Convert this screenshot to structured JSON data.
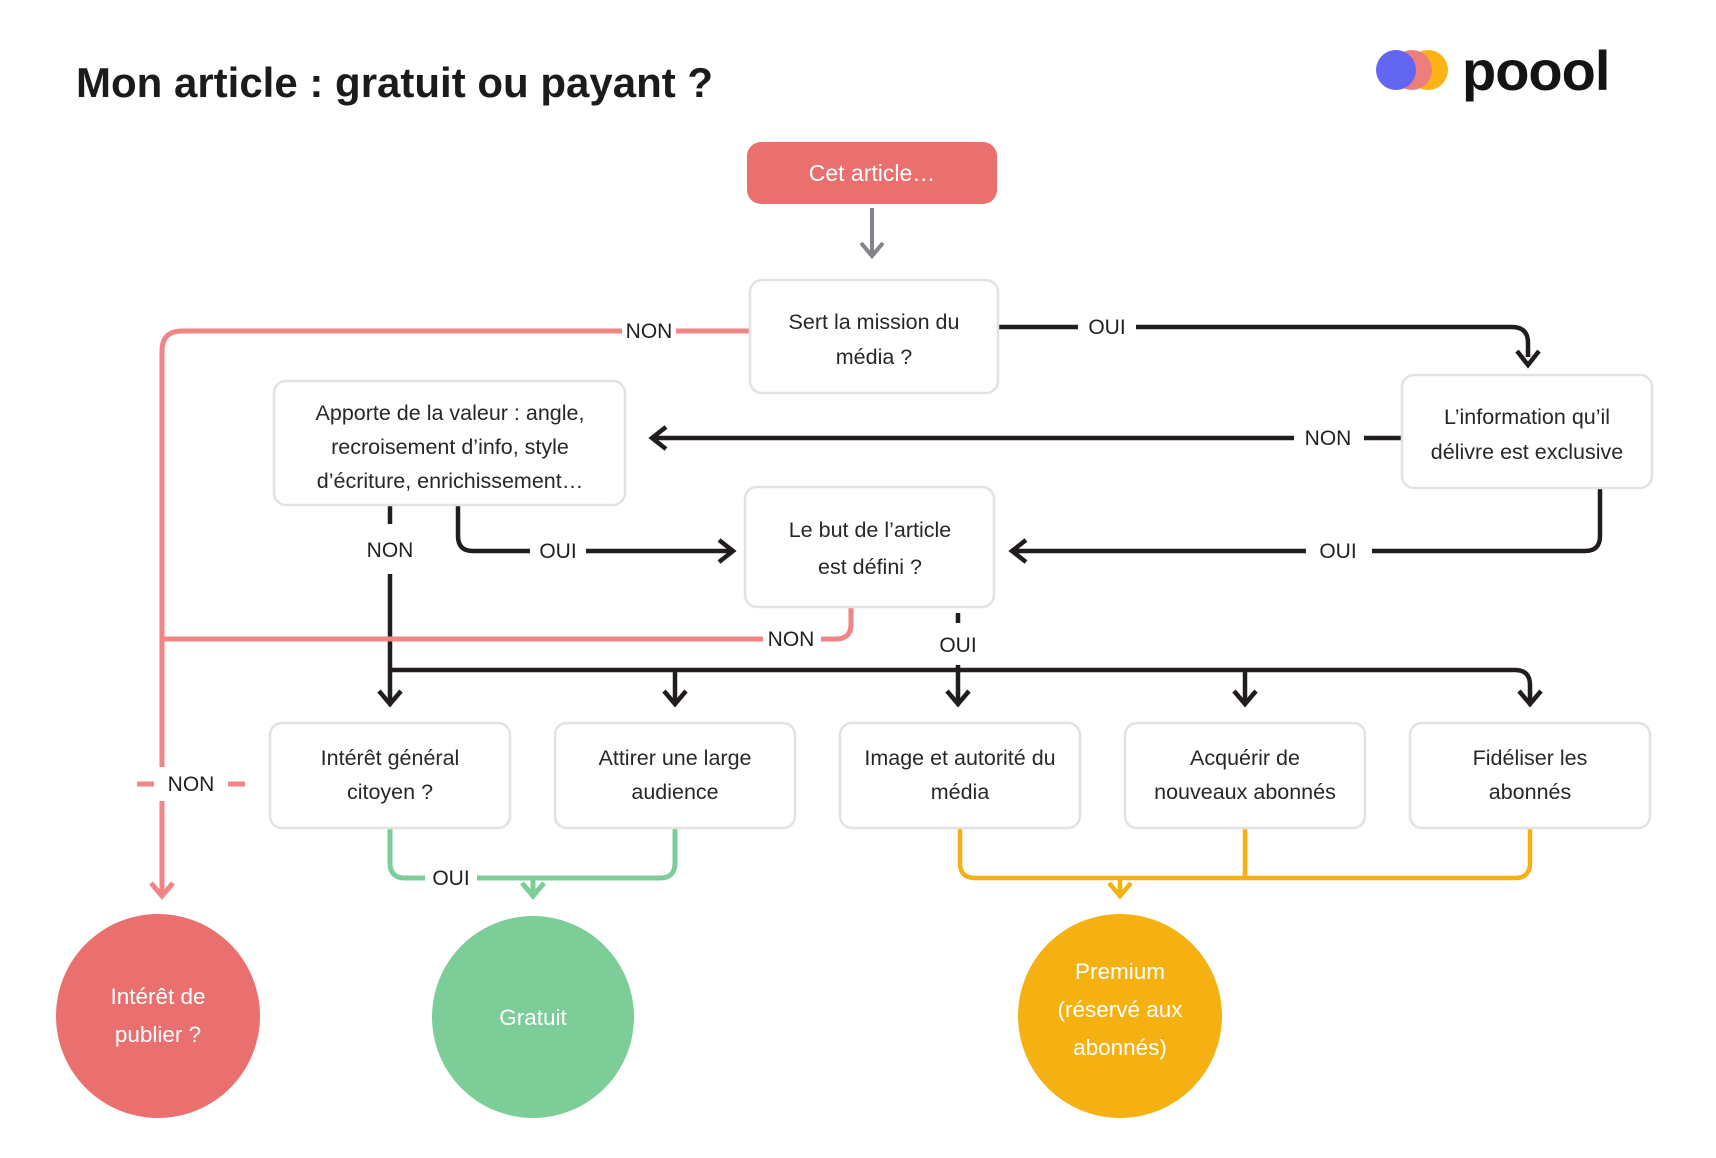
{
  "title": "Mon article : gratuit ou payant ?",
  "logo": {
    "text": "poool"
  },
  "colors": {
    "coral_fill": "#ea7070",
    "coral_line": "#f18585",
    "green_fill": "#7ccd97",
    "yellow_fill": "#f5b112",
    "ink": "#211d1d",
    "gray_arrow": "#82828a",
    "box_border": "#e3e1e1",
    "logo_blue": "#6266f0",
    "logo_coral": "#ee7d7d",
    "logo_yellow": "#fcb316"
  },
  "nodes": {
    "cet_article": {
      "label": "Cet article…"
    },
    "sert_mission": {
      "line1": "Sert la mission du",
      "line2": "média ?"
    },
    "information_exclusive": {
      "line1": "L’information qu’il",
      "line2": "délivre est exclusive"
    },
    "apporte_valeur": {
      "line1": "Apporte de la valeur : angle,",
      "line2": "recroisement d’info, style",
      "line3": "d’écriture, enrichissement…"
    },
    "but_defini": {
      "line1": "Le but de l’article",
      "line2": "est défini ?"
    },
    "interet_general": {
      "line1": "Intérêt général",
      "line2": "citoyen ?"
    },
    "attirer_audience": {
      "line1": "Attirer une large",
      "line2": "audience"
    },
    "image_autorite": {
      "line1": "Image et autorité du",
      "line2": "média"
    },
    "acquerir_abonnes": {
      "line1": "Acquérir de",
      "line2": "nouveaux abonnés"
    },
    "fideliser_abonnes": {
      "line1": "Fidéliser les",
      "line2": "abonnés"
    }
  },
  "edges": {
    "non_mission": "NON",
    "oui_mission": "OUI",
    "non_information": "NON",
    "oui_information": "OUI",
    "non_apporte": "NON",
    "oui_apporte": "OUI",
    "non_but": "NON",
    "oui_but": "OUI",
    "non_publish": "NON",
    "oui_gratuit": "OUI"
  },
  "outcomes": {
    "interet_publier": {
      "line1": "Intérêt de",
      "line2": "publier ?"
    },
    "gratuit": {
      "label": "Gratuit"
    },
    "premium": {
      "line1": "Premium",
      "line2": "(réservé aux",
      "line3": "abonnés)"
    }
  }
}
